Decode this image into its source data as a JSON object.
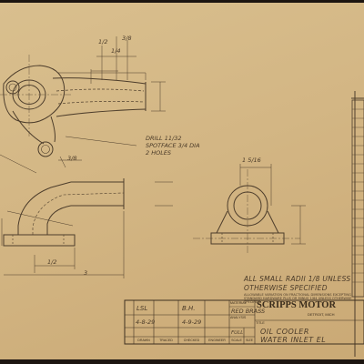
{
  "drawing": {
    "notes": {
      "drill": "DRILL 11/32",
      "spotface": "SPOTFACE 3/4 DIA",
      "holes": "2 HOLES",
      "radii_line1": "ALL SMALL RADII 1/8 UNLESS",
      "radii_line2": "OTHERWISE SPECIFIED",
      "tolerance_line1": "ALLOWABLE VARIATION ON FRACTIONAL DIMENSIONS EXCEPTING",
      "tolerance_line2": "STANDARD HARDWARE PLUS OR MINUS 1/64 UNLESS OTHERWISE",
      "tolerance_line3": "SPECIFIED"
    },
    "dimension_marks": {
      "top_a": "1/2",
      "top_b": "1/4",
      "top_c": "3/8",
      "hole_note": "3/8",
      "section_top": "1 5/16",
      "base_left": "1/2",
      "base_width": "3"
    }
  },
  "title_block": {
    "company": "SCRIPPS MOTOR",
    "location": "DETROIT, MICH",
    "labels": {
      "drawn": "DRAWN",
      "traced": "TRACED",
      "checked": "CHECKED",
      "engineer": "ENGINEER",
      "scale": "SCALE",
      "size": "SIZE",
      "material": "MATERIAL",
      "analysis": "ANALYSIS",
      "title": "TITLE"
    },
    "values": {
      "drawn_by": "LSL",
      "traced_by": "",
      "checked_by": "B.H.",
      "drawn_date": "4-8-29",
      "checked_date": "4-9-29",
      "material": "RED BRASS",
      "scale": "FULL",
      "title_line1": "OIL COOLER",
      "title_line2": "WATER INLET EL"
    }
  }
}
